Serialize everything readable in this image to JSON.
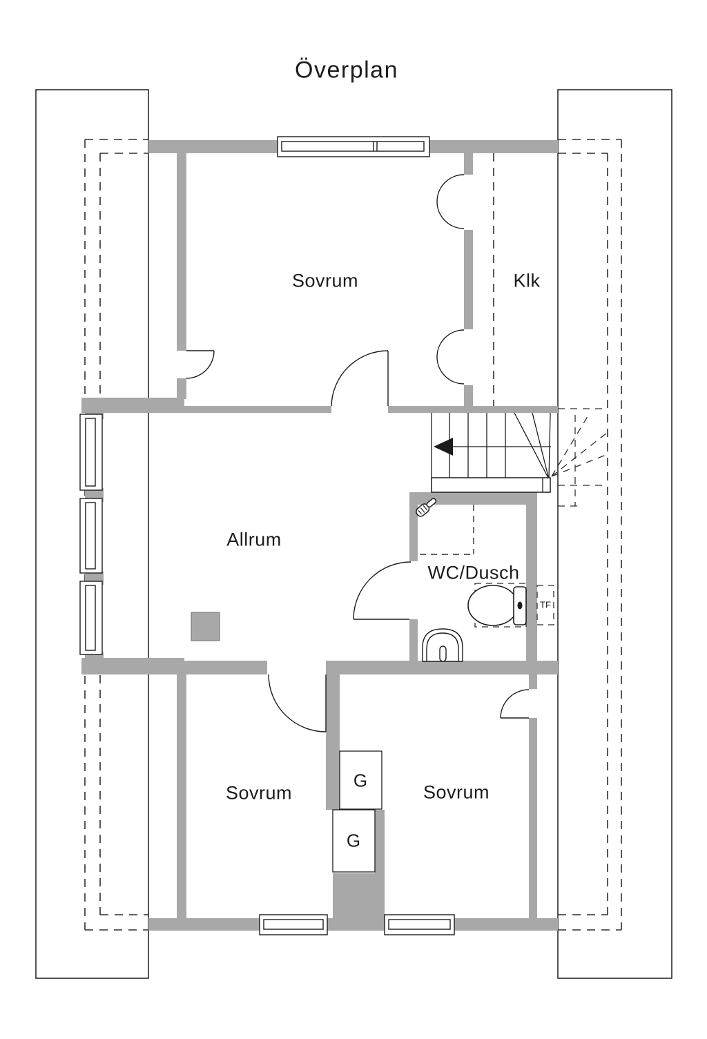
{
  "title": "Överplan",
  "colors": {
    "background": "#ffffff",
    "wall_fill": "#a8a8a8",
    "line": "#1c1c1c",
    "dashed_line": "#2e2e2e"
  },
  "rooms": [
    {
      "name": "sovrum-top",
      "label": "Sovrum"
    },
    {
      "name": "klk",
      "label": "Klk"
    },
    {
      "name": "allrum",
      "label": "Allrum"
    },
    {
      "name": "wc-dusch",
      "label": "WC/Dusch"
    },
    {
      "name": "sovrum-bottom-left",
      "label": "Sovrum"
    },
    {
      "name": "sovrum-bottom-right",
      "label": "Sovrum"
    }
  ],
  "wardrobes": [
    {
      "label": "G"
    },
    {
      "label": "G"
    }
  ],
  "skylight": {
    "label": "TF"
  },
  "icons": {
    "stairs_arrow": "stairs-down-direction-arrow",
    "shower": "shower-icon",
    "toilet": "toilet-icon",
    "sink": "sink-icon"
  }
}
